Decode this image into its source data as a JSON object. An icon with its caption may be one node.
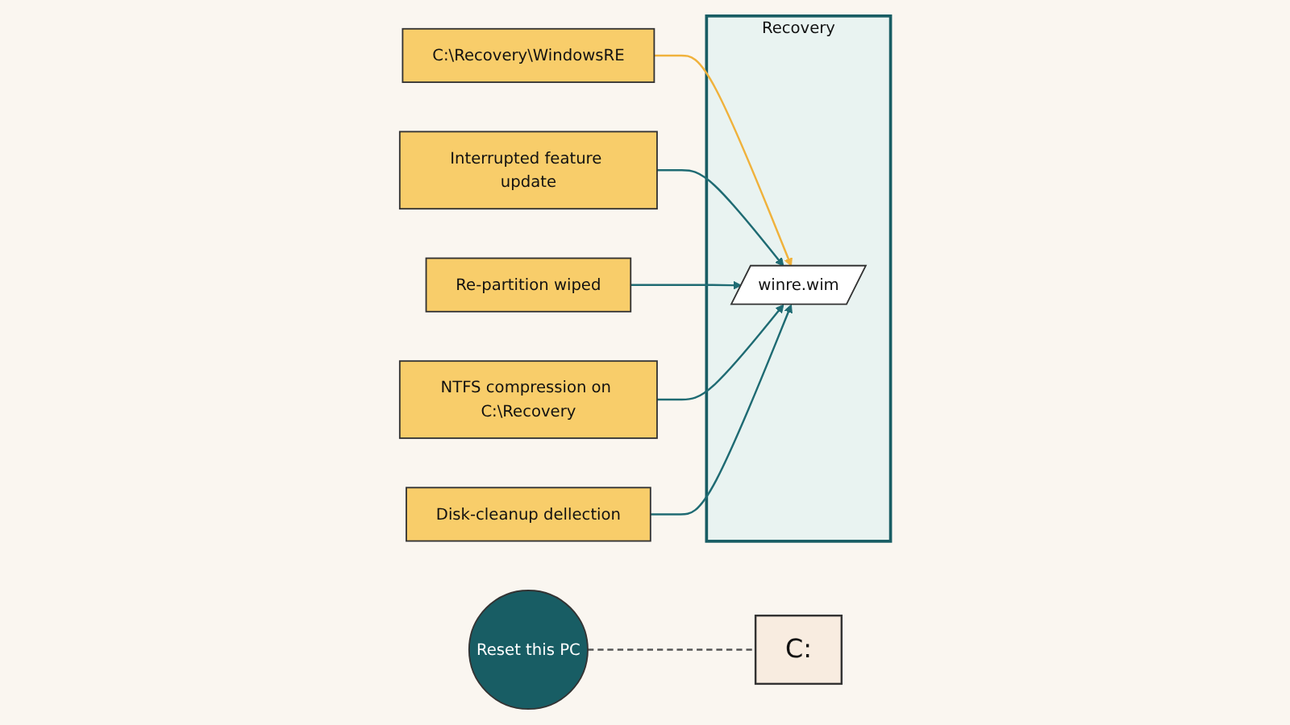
{
  "diagram": {
    "nodes": [
      {
        "text": [
          "C:\\Recovery\\WindowsRE"
        ]
      },
      {
        "text": [
          "C:"
        ]
      },
      {
        "text": [
          "Recovery"
        ]
      },
      {
        "text": [
          "winre.wim"
        ],
        "in": 2
      },
      {
        "text": [
          "Reset this PC"
        ]
      },
      {
        "text": [
          "Interrupted feature update"
        ]
      },
      {
        "text": [
          "Re-partition wiped"
        ]
      },
      {
        "text": [
          "NTFS compression on C:\\Recovery"
        ]
      },
      {
        "text": [
          "Disk-cleanup dellection"
        ]
      }
    ],
    "edges": [
      {
        "from": 0,
        "to": 3,
        "arrow": "to",
        "color": "#f0b23c"
      },
      {
        "from": 4,
        "to": 1,
        "arrow": "none",
        "style": "dashed",
        "color": "#555555"
      },
      {
        "from": 5,
        "to": 3,
        "arrow": "to"
      },
      {
        "from": 6,
        "to": 3,
        "arrow": "to"
      },
      {
        "from": 7,
        "to": 3,
        "arrow": "to"
      },
      {
        "from": 8,
        "to": 3,
        "arrow": "to"
      }
    ]
  }
}
